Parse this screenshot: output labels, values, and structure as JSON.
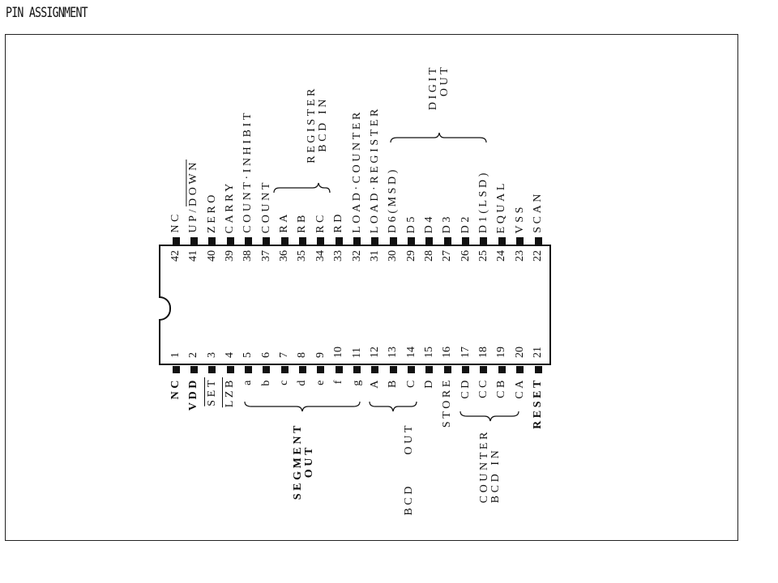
{
  "title": "PIN ASSIGNMENT",
  "top_pins": [
    {
      "num": "42",
      "pre": "NC"
    },
    {
      "num": "41",
      "pre": "UP/",
      "over": "DOWN"
    },
    {
      "num": "40",
      "pre": "ZERO"
    },
    {
      "num": "39",
      "pre": "CARRY"
    },
    {
      "num": "38",
      "pre": "COUNT·INHIBIT"
    },
    {
      "num": "37",
      "pre": "COUNT"
    },
    {
      "num": "36",
      "pre": "RA"
    },
    {
      "num": "35",
      "pre": "RB"
    },
    {
      "num": "34",
      "pre": "RC"
    },
    {
      "num": "33",
      "pre": "RD"
    },
    {
      "num": "32",
      "pre": "LOAD·COUNTER"
    },
    {
      "num": "31",
      "pre": "LOAD·REGISTER"
    },
    {
      "num": "30",
      "pre": "D6(MSD)"
    },
    {
      "num": "29",
      "pre": "D5"
    },
    {
      "num": "28",
      "pre": "D4"
    },
    {
      "num": "27",
      "pre": "D3"
    },
    {
      "num": "26",
      "pre": "D2"
    },
    {
      "num": "25",
      "pre": "D1(LSD)"
    },
    {
      "num": "24",
      "pre": "EQUAL"
    },
    {
      "num": "23",
      "pre": "VSS"
    },
    {
      "num": "22",
      "pre": "SCAN"
    }
  ],
  "bottom_pins": [
    {
      "num": "1",
      "pre": "NC",
      "bold": true
    },
    {
      "num": "2",
      "pre": "VDD",
      "bold": true
    },
    {
      "num": "3",
      "over": "SET"
    },
    {
      "num": "4",
      "over": "LZB"
    },
    {
      "num": "5",
      "pre": "a"
    },
    {
      "num": "6",
      "pre": "b"
    },
    {
      "num": "7",
      "pre": "c"
    },
    {
      "num": "8",
      "pre": "d"
    },
    {
      "num": "9",
      "pre": "e"
    },
    {
      "num": "10",
      "pre": "f"
    },
    {
      "num": "11",
      "pre": "g"
    },
    {
      "num": "12",
      "pre": "A"
    },
    {
      "num": "13",
      "pre": "B"
    },
    {
      "num": "14",
      "pre": "C"
    },
    {
      "num": "15",
      "pre": "D"
    },
    {
      "num": "16",
      "pre": "STORE"
    },
    {
      "num": "17",
      "pre": "CD"
    },
    {
      "num": "18",
      "pre": "CC"
    },
    {
      "num": "19",
      "pre": "CB"
    },
    {
      "num": "20",
      "pre": "CA"
    },
    {
      "num": "21",
      "pre": "RESET",
      "bold": true
    }
  ],
  "groups": {
    "register_bcd_in": "REGISTER\nBCD IN",
    "digit_out": "DIGIT\nOUT",
    "segment_out": "SEGMENT\nOUT",
    "bcd_out": "BCD     OUT",
    "counter_bcd_in": "COUNTER\nBCD IN"
  }
}
